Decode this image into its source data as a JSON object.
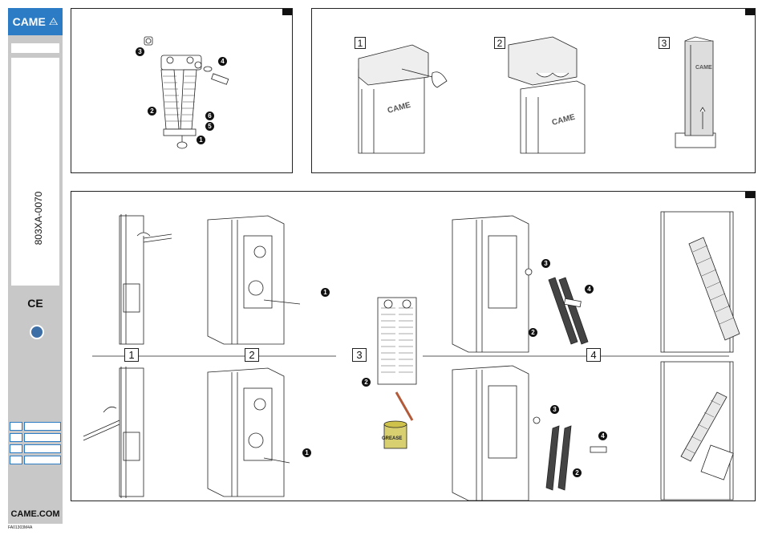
{
  "sidebar": {
    "brand": "CAME",
    "brand_mark_icon": "came-bracket-icon",
    "doc_code": "803XA-0070",
    "ce_mark": "CE",
    "website": "CAME.COM",
    "accent_color": "#2b7cc4",
    "gray_color": "#c8c8c8"
  },
  "footer": {
    "doc_ref": "FA01303M4A"
  },
  "panel_top_left": {
    "callouts": [
      "3",
      "4",
      "2",
      "6",
      "5",
      "1"
    ]
  },
  "panel_top_right": {
    "steps": [
      "1",
      "2",
      "3"
    ],
    "housing_logo": "CAME"
  },
  "panel_bottom": {
    "steps": [
      "1",
      "2",
      "3",
      "4"
    ],
    "callouts": {
      "step2_top": "1",
      "step2_bottom": "1",
      "step3_spring": "2",
      "step4_top_a": "3",
      "step4_top_b": "4",
      "step4_top_c": "2",
      "step4_bot_a": "3",
      "step4_bot_b": "4",
      "step4_bot_c": "2"
    },
    "grease_label": "GREASE"
  }
}
